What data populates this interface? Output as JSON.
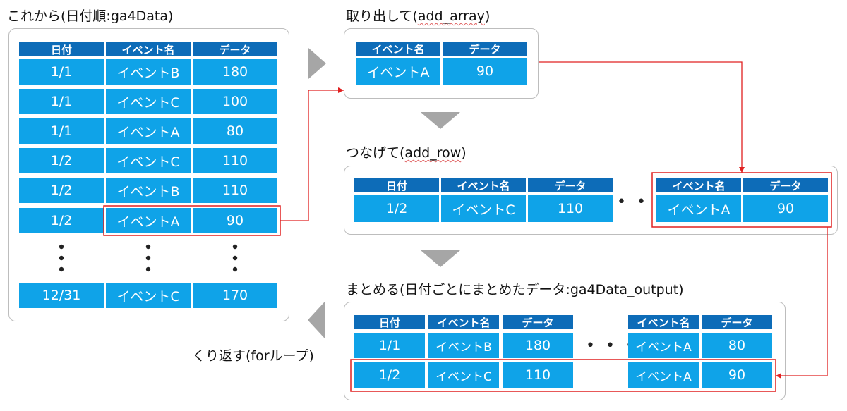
{
  "labels": {
    "source": "これから(日付順:ga4Data)",
    "extract_prefix": "取り出して(",
    "extract_func": "add_array",
    "extract_suffix": ")",
    "join_prefix": "つなげて(",
    "join_func": "add_row",
    "join_suffix": ")",
    "output": "まとめる(日付ごとにまとめたデータ:ga4Data_output)",
    "loop": "くり返す(forループ)"
  },
  "headers": {
    "date": "日付",
    "event": "イベント名",
    "data": "データ"
  },
  "source_rows": [
    {
      "date": "1/1",
      "event": "イベントB",
      "value": "180"
    },
    {
      "date": "1/1",
      "event": "イベントC",
      "value": "100"
    },
    {
      "date": "1/1",
      "event": "イベントA",
      "value": "80"
    },
    {
      "date": "1/2",
      "event": "イベントC",
      "value": "110"
    },
    {
      "date": "1/2",
      "event": "イベントB",
      "value": "110"
    },
    {
      "date": "1/2",
      "event": "イベントA",
      "value": "90"
    }
  ],
  "source_last": {
    "date": "12/31",
    "event": "イベントC",
    "value": "170"
  },
  "extracted": {
    "event": "イベントA",
    "value": "90"
  },
  "joined": {
    "first": {
      "date": "1/2",
      "event": "イベントC",
      "value": "110"
    },
    "last": {
      "event": "イベントA",
      "value": "90"
    }
  },
  "output_rows": [
    {
      "date": "1/1",
      "event": "イベントB",
      "value": "180",
      "last_event": "イベントA",
      "last_value": "80"
    },
    {
      "date": "1/2",
      "event": "イベントC",
      "value": "110",
      "last_event": "イベントA",
      "last_value": "90"
    }
  ],
  "ellipsis": "• • •",
  "vdots": "⋮",
  "colors": {
    "header": "#0d6cb8",
    "cell": "#0fa3e8",
    "highlight": "#e02020",
    "arrow": "#a6a6a6"
  }
}
